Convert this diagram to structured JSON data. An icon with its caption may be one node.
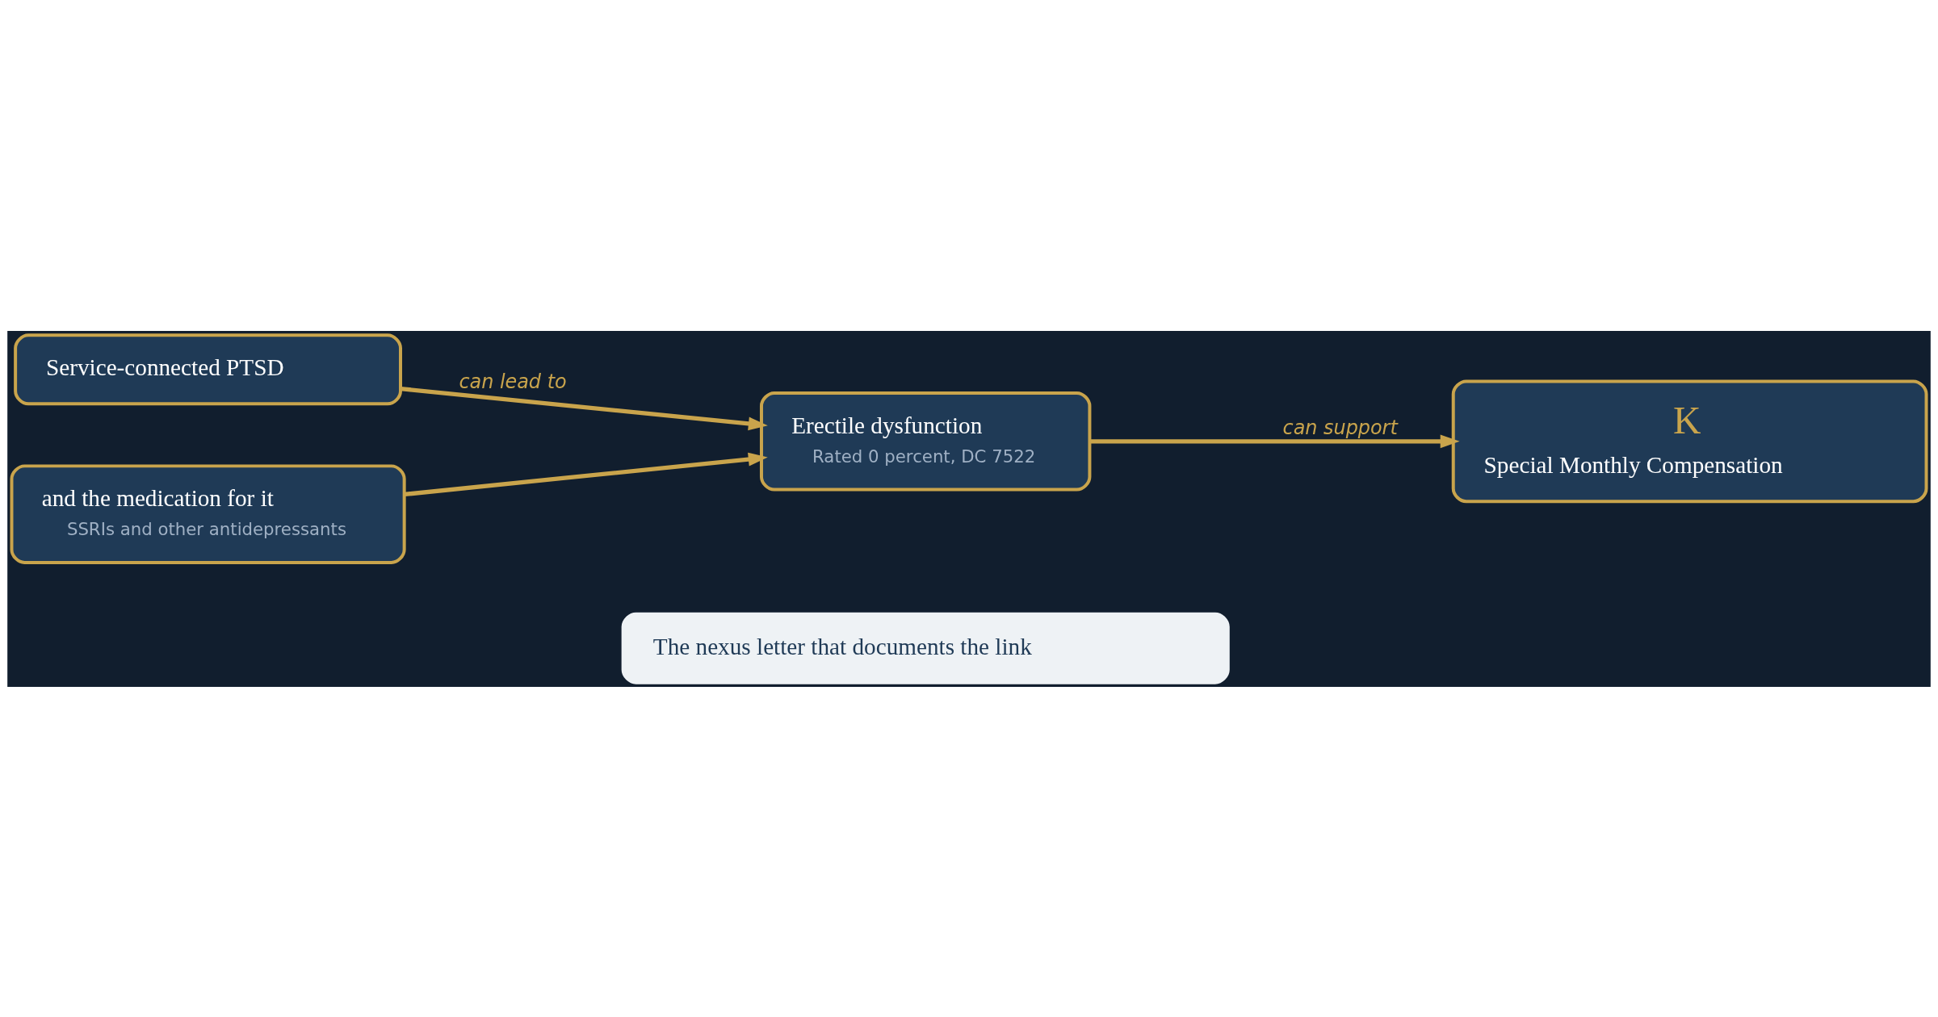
{
  "diagram": {
    "nodes": [
      {
        "text": [
          "Service-connected PTSD"
        ]
      },
      {
        "text": [
          "and the medication for it",
          "SSRIs and other antidepressants"
        ]
      },
      {
        "text": [
          "Erectile dysfunction",
          "Rated 0 percent, DC 7522"
        ]
      },
      {
        "text": [
          "K",
          "Special Monthly Compensation"
        ]
      },
      {
        "text": [
          "The nexus letter that documents the link"
        ]
      }
    ],
    "edges": [
      {
        "from": 0,
        "to": 2,
        "arrow": "to",
        "label": "can lead to"
      },
      {
        "from": 1,
        "to": 2,
        "arrow": "to"
      },
      {
        "from": 2,
        "to": 3,
        "arrow": "to",
        "label": "can support"
      }
    ]
  }
}
